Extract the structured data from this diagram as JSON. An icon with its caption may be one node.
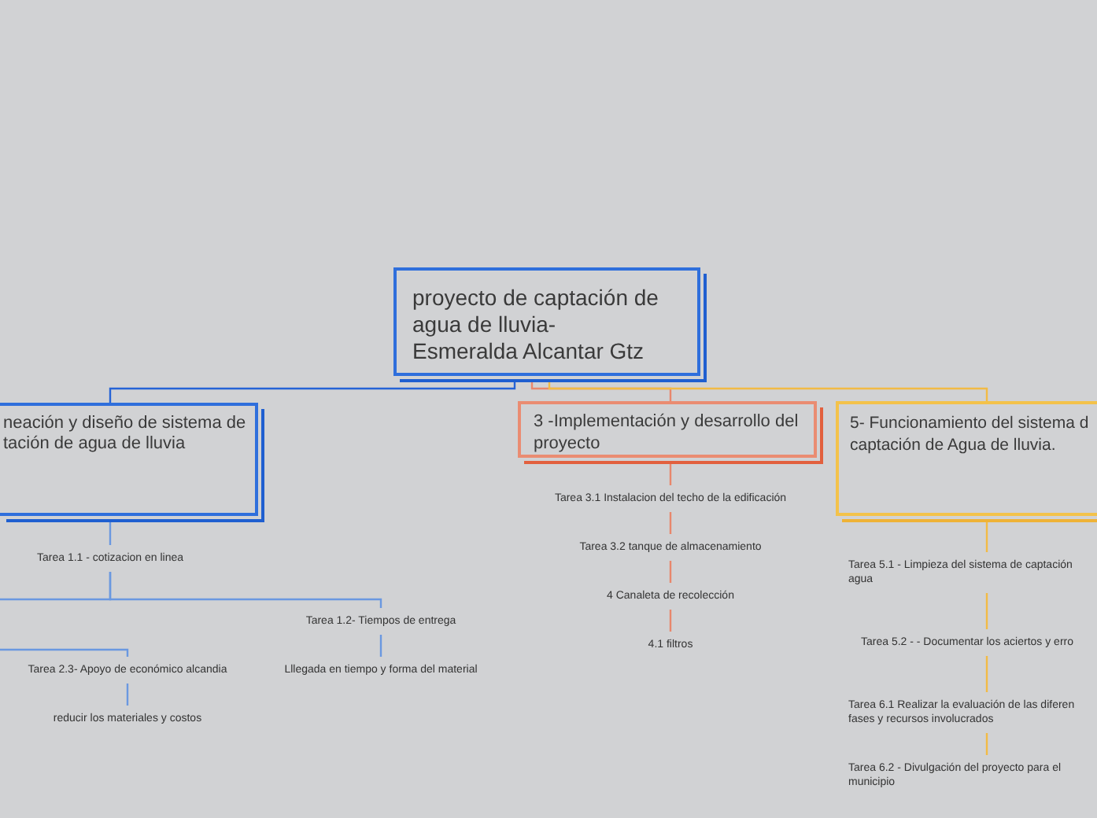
{
  "diagram": {
    "nodes": [
      {
        "text": [
          "proyecto de captación de agua de lluvia- Esmeralda Alcantar Gtz"
        ]
      },
      {
        "text": [
          "neación y diseño de sistema de tación de agua de lluvia"
        ]
      },
      {
        "text": [
          "3 -Implementación y desarrollo del proyecto"
        ]
      },
      {
        "text": [
          "5- Funcionamiento del sistema d captación de Agua de lluvia."
        ]
      },
      {
        "text": [
          "Tarea 1.1 - cotizacion en linea"
        ]
      },
      {
        "text": [
          "Tarea 1.2- Tiempos de entrega"
        ]
      },
      {
        "text": [
          "Tarea 2.3- Apoyo de económico alcandia"
        ]
      },
      {
        "text": [
          "Lllegada en tiempo y forma del material"
        ]
      },
      {
        "text": [
          "reducir los materiales y costos"
        ]
      },
      {
        "text": [
          "Tarea 3.1 Instalacion del techo de la edificación"
        ]
      },
      {
        "text": [
          "Tarea 3.2 tanque de almacenamiento"
        ]
      },
      {
        "text": [
          "4 Canaleta de recolección"
        ]
      },
      {
        "text": [
          "4.1 filtros"
        ]
      },
      {
        "text": [
          "Tarea 5.1 - Limpieza del sistema de captación agua"
        ]
      },
      {
        "text": [
          "Tarea 5.2 - - Documentar los aciertos y erro"
        ]
      },
      {
        "text": [
          "Tarea 6.1 Realizar la evaluación de las diferen fases y recursos involucrados"
        ]
      },
      {
        "text": [
          "Tarea 6.2 - Divulgación del proyecto para el municipio"
        ]
      }
    ],
    "edges": [
      {
        "from": 0,
        "to": 1,
        "arrow": "none",
        "color": "#2563d6"
      },
      {
        "from": 0,
        "to": 2,
        "arrow": "none",
        "color": "#e8876c"
      },
      {
        "from": 0,
        "to": 3,
        "arrow": "none",
        "color": "#f2bb45"
      },
      {
        "from": 1,
        "to": 4,
        "arrow": "none"
      },
      {
        "from": 4,
        "to": 5,
        "arrow": "none"
      },
      {
        "from": 4,
        "to": null,
        "arrow": "none"
      },
      {
        "from": null,
        "to": 6,
        "arrow": "none"
      },
      {
        "from": 6,
        "to": 8,
        "arrow": "none"
      },
      {
        "from": 5,
        "to": 7,
        "arrow": "none"
      },
      {
        "from": 2,
        "to": 9,
        "arrow": "none",
        "color": "#e8876c"
      },
      {
        "from": 9,
        "to": 10,
        "arrow": "none",
        "color": "#e8876c"
      },
      {
        "from": 10,
        "to": 11,
        "arrow": "none",
        "color": "#e8876c"
      },
      {
        "from": 11,
        "to": 12,
        "arrow": "none",
        "color": "#e8876c"
      },
      {
        "from": 3,
        "to": 13,
        "arrow": "none",
        "color": "#f2bb45"
      },
      {
        "from": 13,
        "to": 14,
        "arrow": "none",
        "color": "#f2bb45"
      },
      {
        "from": 14,
        "to": 15,
        "arrow": "none",
        "color": "#f2bb45"
      },
      {
        "from": 15,
        "to": 16,
        "arrow": "none",
        "color": "#f2bb45"
      }
    ]
  }
}
